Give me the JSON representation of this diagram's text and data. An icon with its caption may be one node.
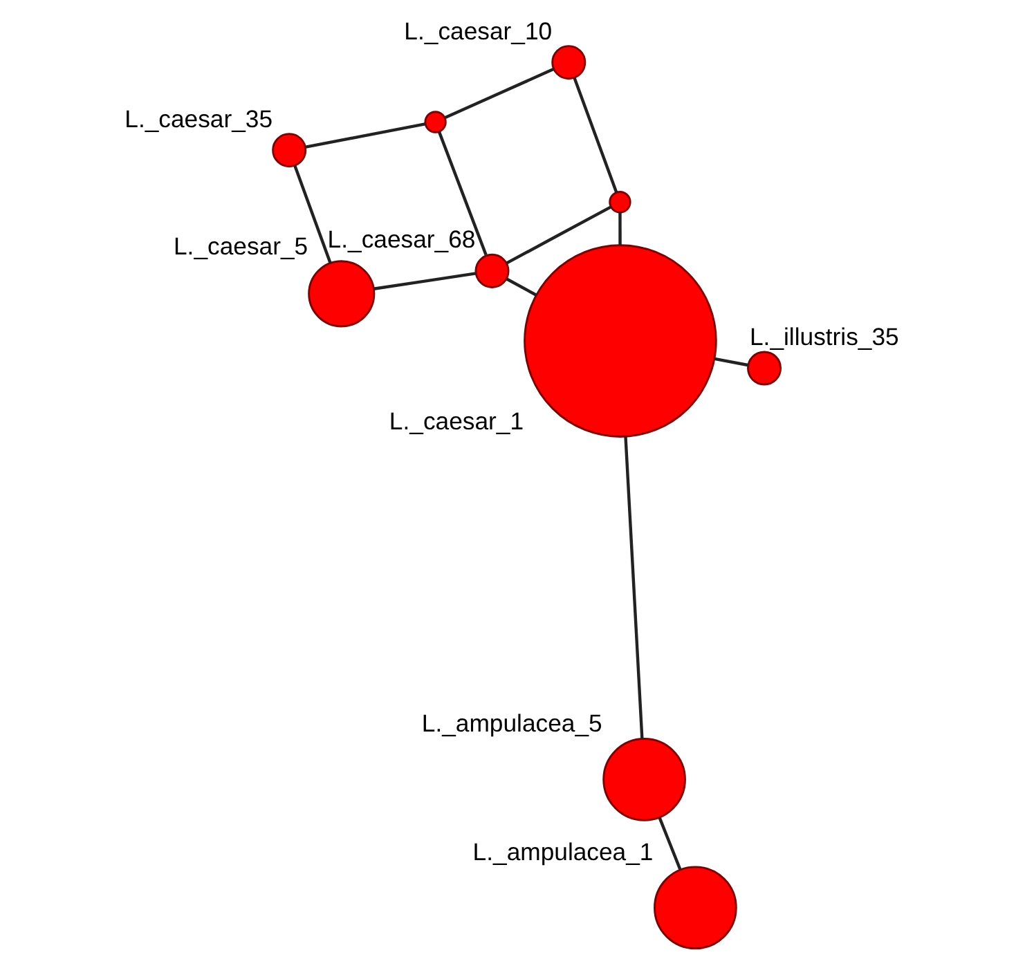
{
  "diagram": {
    "nodes": [
      {
        "text": [
          "L._caesar_10"
        ]
      },
      {
        "text": [],
        "shape": "circle"
      },
      {
        "text": [
          "L._illustris_35"
        ]
      },
      {
        "text": [],
        "shape": "circle"
      },
      {
        "text": [
          "L._caesar_35"
        ]
      },
      {
        "text": [
          "L._caesar_68"
        ]
      },
      {
        "text": [
          "L._caesar_1"
        ]
      },
      {
        "text": [
          "L._caesar_5"
        ]
      },
      {
        "text": [
          "L._ampulacea_5"
        ]
      },
      {
        "text": [
          "L._ampulacea_1"
        ]
      }
    ],
    "edges": [
      {
        "from": 0,
        "to": 1,
        "arrow": "none"
      },
      {
        "from": 0,
        "to": 3,
        "arrow": "none"
      },
      {
        "from": 3,
        "to": 4,
        "arrow": "none"
      },
      {
        "from": 3,
        "to": 5,
        "arrow": "none"
      },
      {
        "from": 1,
        "to": 5,
        "arrow": "none"
      },
      {
        "from": 1,
        "to": 6,
        "arrow": "none"
      },
      {
        "from": 5,
        "to": 6,
        "arrow": "none"
      },
      {
        "from": 4,
        "to": 7,
        "arrow": "none"
      },
      {
        "from": 5,
        "to": 7,
        "arrow": "none"
      },
      {
        "from": 2,
        "to": 6,
        "arrow": "none"
      },
      {
        "from": 6,
        "to": 8,
        "arrow": "none"
      },
      {
        "from": 8,
        "to": 9,
        "arrow": "none"
      }
    ]
  }
}
